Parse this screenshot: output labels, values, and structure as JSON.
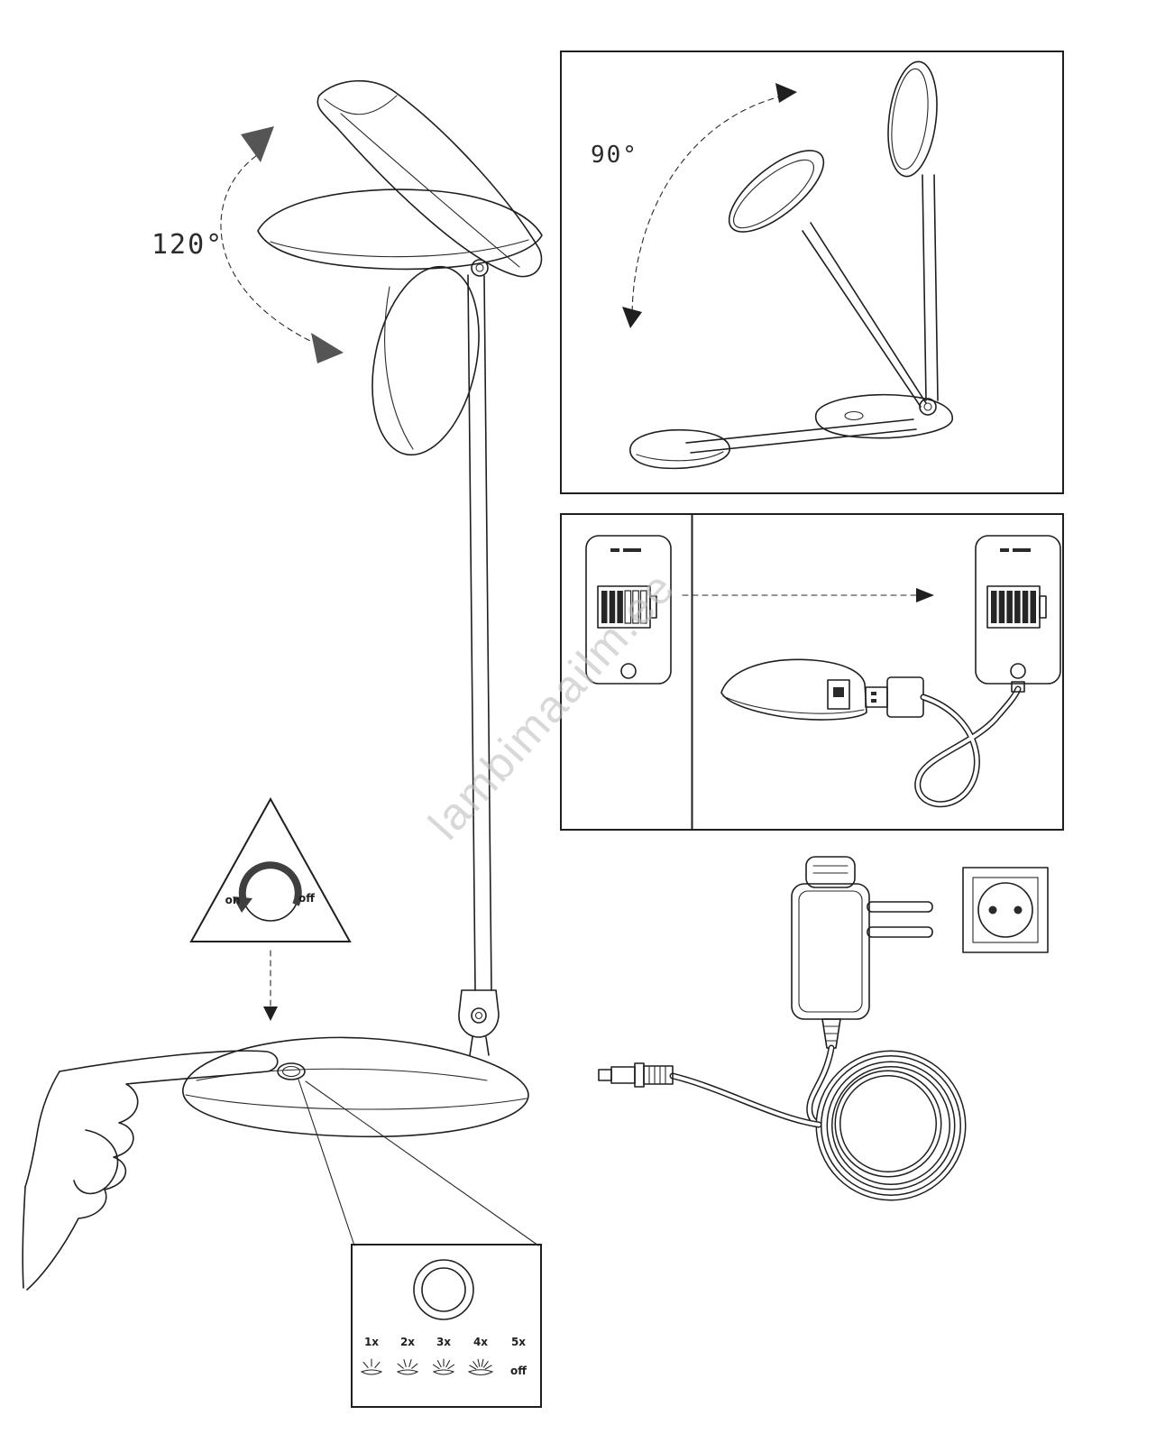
{
  "watermark": {
    "text": "lambimaailm.ee",
    "color": "#bfbfbf"
  },
  "main_illustration": {
    "rotation_label": "120°"
  },
  "fold_panel": {
    "rotation_label": "90°"
  },
  "control_dial": {
    "on_label": "on",
    "off_label": "off"
  },
  "button_detail": {
    "levels": [
      "1x",
      "2x",
      "3x",
      "4x",
      "5x"
    ],
    "off_label": "off"
  },
  "colors": {
    "line": "#1f1f1f",
    "arrow_fill": "#555555"
  }
}
